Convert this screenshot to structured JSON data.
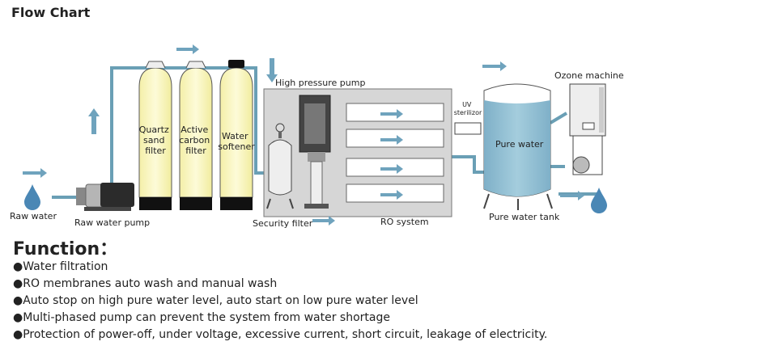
{
  "header": {
    "title": "Flow Chart"
  },
  "diagram": {
    "raw_water": "Raw water",
    "raw_water_pump": "Raw water pump",
    "quartz": [
      "Quartz",
      "sand",
      "filter"
    ],
    "carbon": [
      "Active",
      "carbon",
      "filter"
    ],
    "softener": [
      "Water",
      "softener"
    ],
    "high_pressure_pump": "High pressure pump",
    "security_filter": "Security filter",
    "ro_system": "RO system",
    "uv": [
      "UV",
      "sterilizor"
    ],
    "pure_water": "Pure water",
    "ozone_machine": "Ozone machine",
    "pure_water_tank": "Pure water tank"
  },
  "colors": {
    "pipe": "#6a9fb5",
    "arrow": "#6fa3bd",
    "filter_body": "#fbf7c3",
    "filter_base": "#111111",
    "drop": "#4a87b5",
    "tank_water": "#8ab9cf",
    "housing": "#d6d6d6"
  },
  "function": {
    "heading": "Function：",
    "bullet": "●",
    "items": [
      "Water filtration",
      "RO membranes auto wash and manual wash",
      "Auto stop on high pure water level, auto start on low pure water level",
      "Multi-phased pump can prevent the system from water shortage",
      "Protection of power-off, under voltage, excessive current, short circuit, leakage of electricity."
    ]
  }
}
